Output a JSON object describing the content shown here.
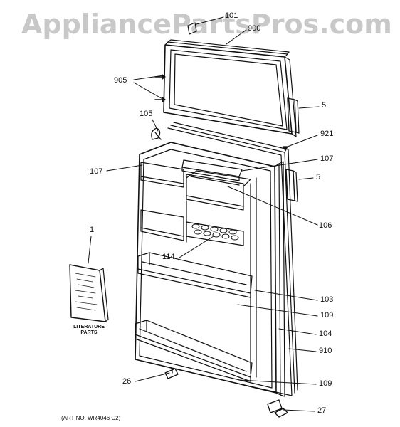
{
  "watermark": "AppliancePartsPros.com",
  "callouts": {
    "c101": "101",
    "c900": "900",
    "c905": "905",
    "c5_top": "5",
    "c105": "105",
    "c921": "921",
    "c107_right": "107",
    "c107_left": "107",
    "c5_mid": "5",
    "c1": "1",
    "c106": "106",
    "c114": "114",
    "c103": "103",
    "c109_mid": "109",
    "c104": "104",
    "c910": "910",
    "c26": "26",
    "c109_bottom": "109",
    "c27": "27"
  },
  "literature": {
    "line1": "LITERATURE",
    "line2": "PARTS"
  },
  "art_no": "(ART NO. WR4046 C2)",
  "colors": {
    "ink": "#111111",
    "watermark": "#c8c8c8"
  }
}
